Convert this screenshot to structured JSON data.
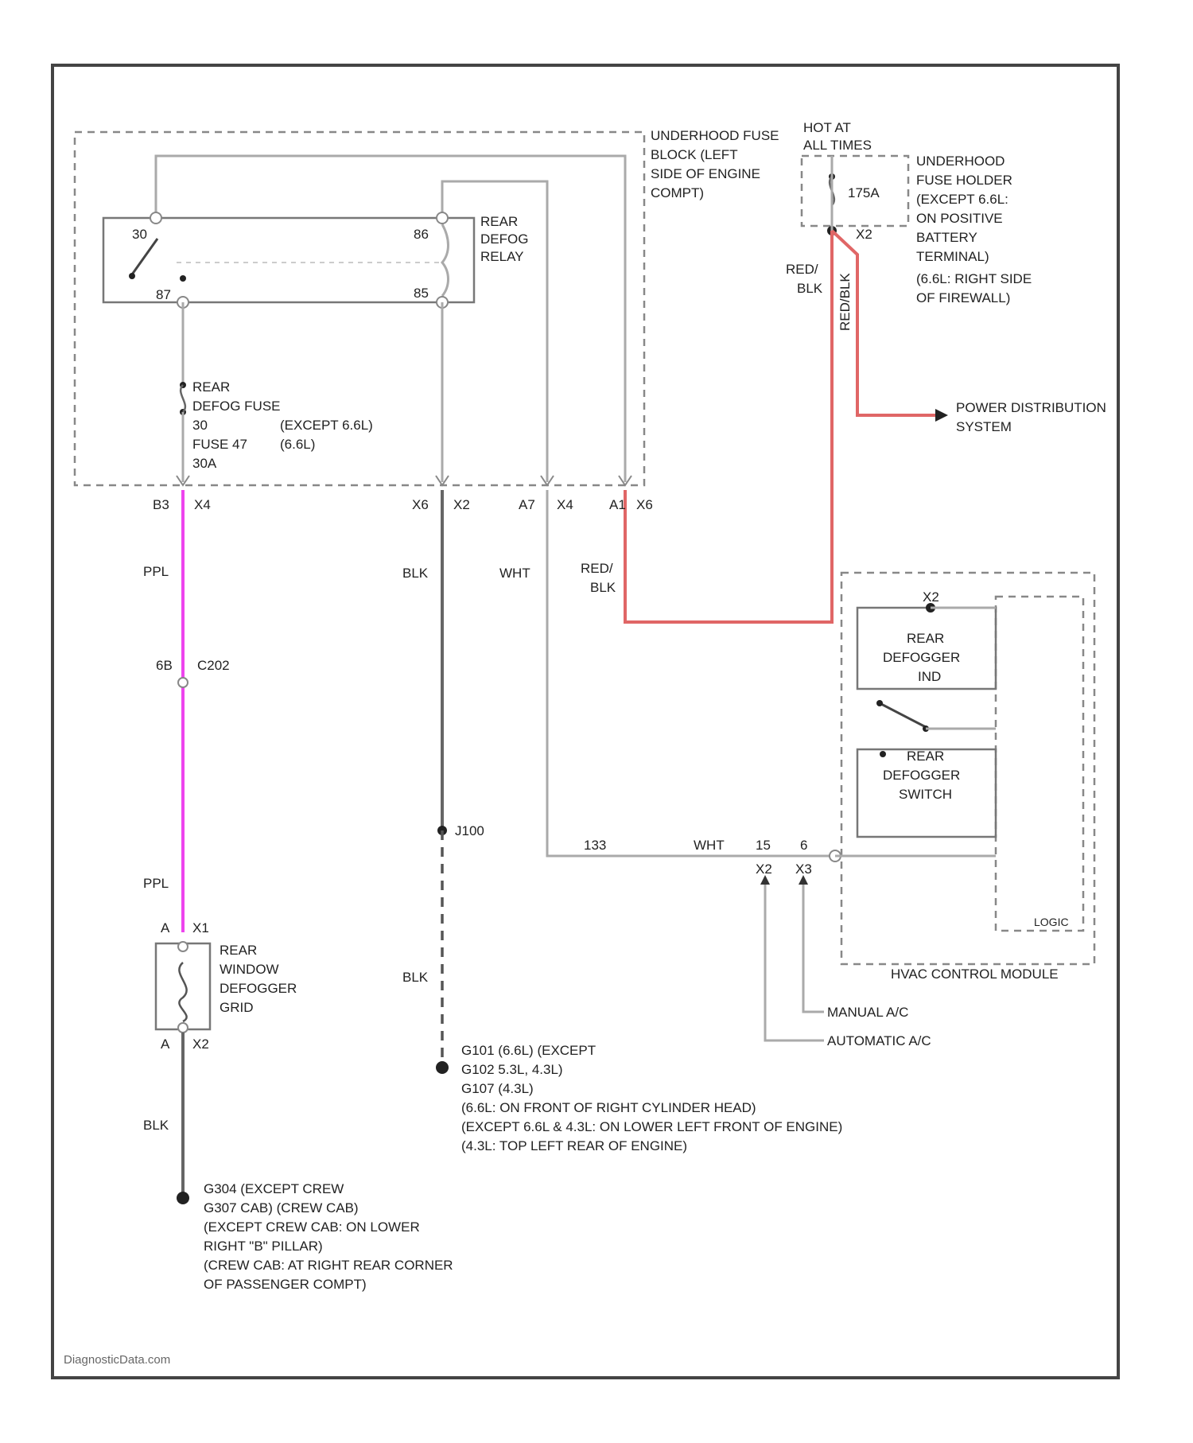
{
  "colors": {
    "frame": "#444444",
    "wire": "#aaaaaa",
    "red_wire": "#e06666",
    "pink_wire": "#ee44ee",
    "text": "#222222"
  },
  "labels": {
    "relay": [
      "REAR",
      "DEFOG",
      "RELAY"
    ],
    "relay_pins": [
      "30",
      "86",
      "87",
      "85"
    ],
    "fuse_block": [
      "UNDERHOOD FUSE",
      "BLOCK (LEFT",
      "SIDE OF ENGINE",
      "COMPT)"
    ],
    "hot": [
      "HOT AT",
      "ALL TIMES"
    ],
    "fuse_175": "175A",
    "fuse_holder": [
      "UNDERHOOD",
      "FUSE HOLDER",
      "(EXCEPT 6.6L:",
      "ON POSITIVE",
      "BATTERY",
      "TERMINAL)",
      "(6.6L: RIGHT SIDE",
      "OF FIREWALL)"
    ],
    "x2": "X2",
    "red_blk": [
      "RED/",
      "BLK"
    ],
    "wire_vertical": "RED/BLK",
    "power_dist": [
      "POWER DISTRIBUTION",
      "SYSTEM"
    ],
    "fuse_defog": [
      "REAR",
      "DEFOG FUSE",
      "30",
      "FUSE 47",
      "30A"
    ],
    "fuse_defog_note": [
      "(EXCEPT 6.6L)",
      "(6.6L)"
    ],
    "connectors_bottom": [
      "B3",
      "X4",
      "X6",
      "X2",
      "A7",
      "X4",
      "A1",
      "X6"
    ],
    "ppl": "PPL",
    "blk": "BLK",
    "wht": "WHT",
    "c202": [
      "6B",
      "C202"
    ],
    "j100": "J100",
    "hvac_pins": [
      "133",
      "WHT",
      "15",
      "6",
      "X2",
      "X3"
    ],
    "module_labels": {
      "x2pin": "X2",
      "rdg_ind": [
        "REAR",
        "DEFOGGER",
        "IND"
      ],
      "rdg_sw": [
        "REAR",
        "DEFOGGER",
        "SWITCH"
      ],
      "logic": "LOGIC",
      "hvac": "HVAC CONTROL MODULE"
    },
    "manual": "MANUAL A/C",
    "automatic": "AUTOMATIC A/C",
    "grid_pins_top": [
      "A",
      "X1"
    ],
    "grid_pins_bottom": [
      "A",
      "X2"
    ],
    "grid": [
      "REAR",
      "WINDOW",
      "DEFOGGER",
      "GRID"
    ],
    "g101": [
      "G101   (6.6L) (EXCEPT",
      "G102   5.3L, 4.3L)",
      "G107   (4.3L)",
      "(6.6L: ON FRONT OF RIGHT CYLINDER HEAD)",
      "(EXCEPT 6.6L & 4.3L: ON LOWER LEFT FRONT OF ENGINE)",
      "(4.3L: TOP LEFT REAR OF ENGINE)"
    ],
    "g304": [
      "G304    (EXCEPT CREW",
      "G307    CAB) (CREW CAB)",
      "(EXCEPT CREW CAB: ON LOWER",
      "RIGHT \"B\" PILLAR)",
      "(CREW CAB: AT RIGHT REAR CORNER",
      "OF PASSENGER COMPT)"
    ],
    "footer": "DiagnosticData.com"
  }
}
